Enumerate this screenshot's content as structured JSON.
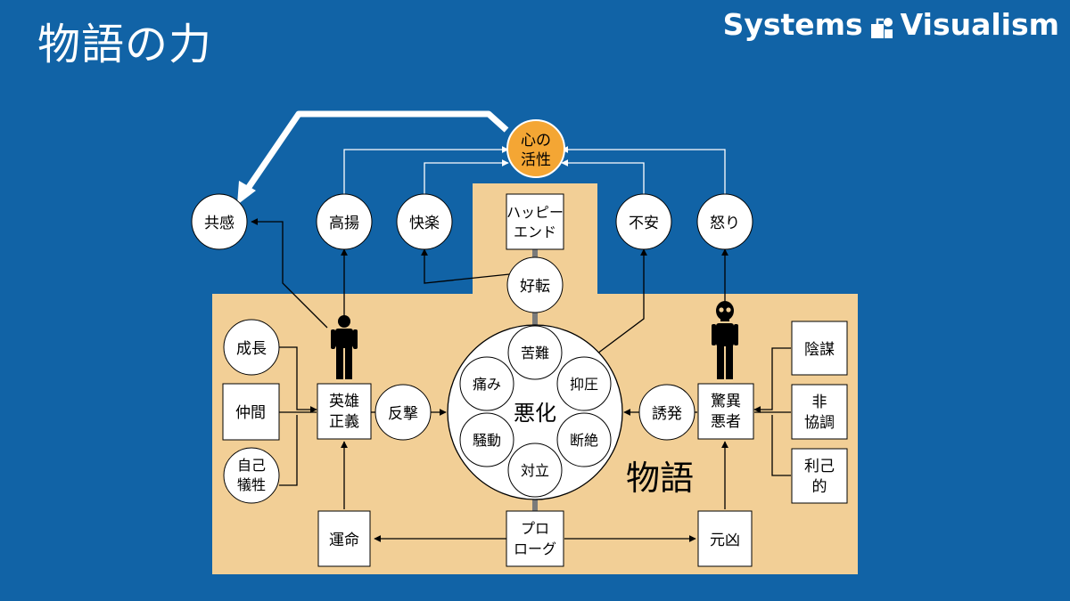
{
  "title": "物語の力",
  "brand": {
    "left": "Systems",
    "right": "Visualism"
  },
  "colors": {
    "background": "#1163a6",
    "panel": "#f2cf96",
    "heart": "#f4a634",
    "arrow": "#000000"
  },
  "heart": [
    "心の",
    "活性"
  ],
  "emotions": {
    "empathy": "共感",
    "elation": "高揚",
    "pleasure": "快楽",
    "anxiety": "不安",
    "anger": "怒り"
  },
  "hero_factors": {
    "growth": "成長",
    "companions": [
      "仲間"
    ],
    "sacrifice": [
      "自己",
      "犠牲"
    ]
  },
  "hero": [
    "英雄",
    "正義"
  ],
  "counterattack": "反撃",
  "worsening": {
    "center": "悪化",
    "items": {
      "hardship": "苦難",
      "oppression": "抑圧",
      "severance": "断絶",
      "confrontation": "対立",
      "commotion": "騒動",
      "pain": "痛み"
    }
  },
  "provocation": "誘発",
  "villain": [
    "驚異",
    "悪者"
  ],
  "villain_factors": {
    "conspiracy": [
      "陰謀"
    ],
    "discord": [
      "非",
      "協調"
    ],
    "selfish": [
      "利己",
      "的"
    ]
  },
  "happy_end": [
    "ハッピー",
    "エンド"
  ],
  "turn_good": "好転",
  "story_label": "物語",
  "fate": [
    "運命"
  ],
  "prologue": [
    "プロ",
    "ローグ"
  ],
  "culprit": [
    "元凶"
  ]
}
